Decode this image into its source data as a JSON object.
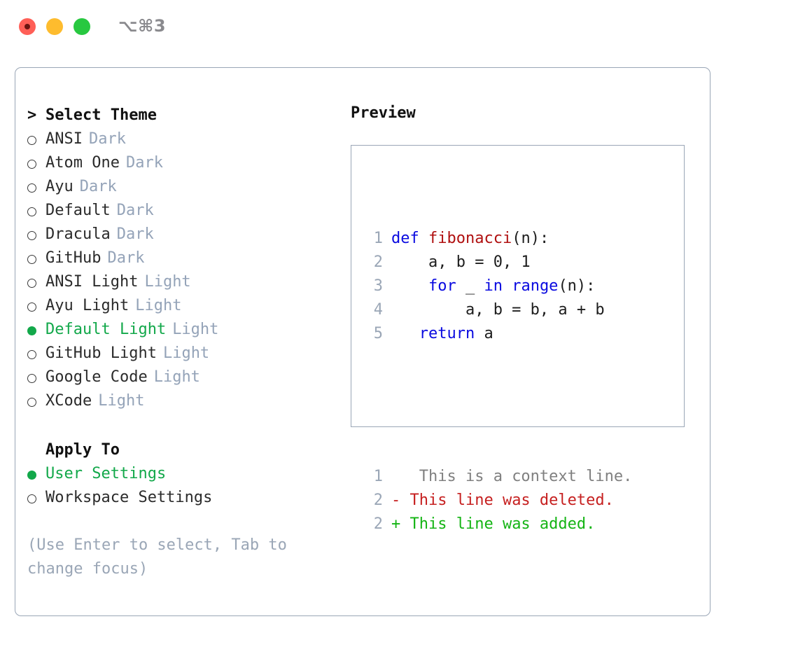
{
  "window": {
    "shortcut_title": "⌥⌘3",
    "traffic_lights": [
      {
        "name": "close",
        "color": "#ff5f57"
      },
      {
        "name": "minimize",
        "color": "#febc2e"
      },
      {
        "name": "maximize",
        "color": "#28c840"
      }
    ]
  },
  "colors": {
    "accent_green": "#12a84a",
    "muted": "#94a3b8",
    "border": "#9aa6b6",
    "keyword_blue": "#0a0ae0",
    "function_red": "#b01010",
    "diff_added": "#14b414",
    "diff_deleted": "#c62020",
    "diff_context": "#808080"
  },
  "theme_list": {
    "header_marker": ">",
    "header_label": "Select Theme",
    "items": [
      {
        "marker": "○",
        "selected": false,
        "label": "ANSI",
        "tag": "Dark"
      },
      {
        "marker": "○",
        "selected": false,
        "label": "Atom One",
        "tag": "Dark"
      },
      {
        "marker": "○",
        "selected": false,
        "label": "Ayu",
        "tag": "Dark"
      },
      {
        "marker": "○",
        "selected": false,
        "label": "Default",
        "tag": "Dark"
      },
      {
        "marker": "○",
        "selected": false,
        "label": "Dracula",
        "tag": "Dark"
      },
      {
        "marker": "○",
        "selected": false,
        "label": "GitHub",
        "tag": "Dark"
      },
      {
        "marker": "○",
        "selected": false,
        "label": "ANSI Light",
        "tag": "Light"
      },
      {
        "marker": "○",
        "selected": false,
        "label": "Ayu Light",
        "tag": "Light"
      },
      {
        "marker": "●",
        "selected": true,
        "label": "Default Light",
        "tag": "Light"
      },
      {
        "marker": "○",
        "selected": false,
        "label": "GitHub Light",
        "tag": "Light"
      },
      {
        "marker": "○",
        "selected": false,
        "label": "Google Code",
        "tag": "Light"
      },
      {
        "marker": "○",
        "selected": false,
        "label": "XCode",
        "tag": "Light"
      }
    ]
  },
  "apply_to": {
    "heading": "Apply To",
    "options": [
      {
        "marker": "●",
        "selected": true,
        "label": "User Settings"
      },
      {
        "marker": "○",
        "selected": false,
        "label": "Workspace Settings"
      }
    ]
  },
  "hint_text": "(Use Enter to select, Tab to change focus)",
  "preview": {
    "title": "Preview",
    "code_lines": [
      {
        "num": "1",
        "tokens": [
          {
            "text": "def ",
            "style": "kw"
          },
          {
            "text": "fibonacci",
            "style": "fn"
          },
          {
            "text": "(n):",
            "style": "plain"
          }
        ]
      },
      {
        "num": "2",
        "tokens": [
          {
            "text": "    a, b = 0, 1",
            "style": "plain"
          }
        ]
      },
      {
        "num": "3",
        "tokens": [
          {
            "text": "    for ",
            "style": "kw"
          },
          {
            "text": "_ ",
            "style": "plain"
          },
          {
            "text": "in range",
            "style": "kw"
          },
          {
            "text": "(n):",
            "style": "plain"
          }
        ]
      },
      {
        "num": "4",
        "tokens": [
          {
            "text": "        a, b = b, a + b",
            "style": "plain"
          }
        ]
      },
      {
        "num": "5",
        "tokens": [
          {
            "text": "   return ",
            "style": "kw"
          },
          {
            "text": "a",
            "style": "plain"
          }
        ]
      }
    ],
    "diff_lines": [
      {
        "num": "1",
        "sign": " ",
        "text": "  This is a context line.",
        "style": "ctx"
      },
      {
        "num": "2",
        "sign": "-",
        "text": " This line was deleted.",
        "style": "del"
      },
      {
        "num": "2",
        "sign": "+",
        "text": " This line was added.",
        "style": "add"
      }
    ]
  }
}
